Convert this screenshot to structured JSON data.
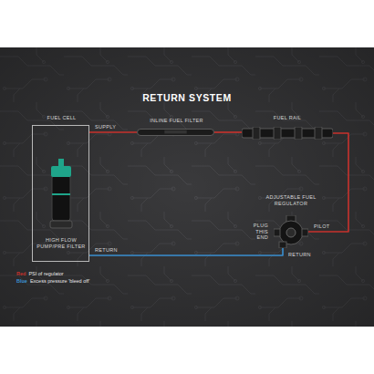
{
  "diagram": {
    "title": "RETURN SYSTEM",
    "nodes": [
      {
        "text": [
          "FUEL CELL"
        ]
      },
      {
        "text": [
          "HIGH FLOW PUMP/PRE FILTER"
        ],
        "in": 0
      },
      {
        "text": [
          "INLINE FUEL FILTER"
        ]
      },
      {
        "text": [
          "FUEL RAIL"
        ]
      },
      {
        "text": [
          "ADJUSTABLE FUEL REGULATOR"
        ]
      }
    ],
    "edges": [
      {
        "from": 0,
        "to": 2,
        "label": "SUPPLY",
        "arrow": "none"
      },
      {
        "from": 2,
        "to": 3,
        "arrow": "none"
      },
      {
        "from": 3,
        "to": 4,
        "arrow": "none"
      },
      {
        "from": 4,
        "to": 0,
        "label": "RETURN",
        "arrow": "none"
      }
    ],
    "labels": [
      "PLUG THIS END",
      "PILOT",
      "RETURN",
      "Red",
      "Blue"
    ],
    "legend": [
      {
        "text": "PSI of regulator",
        "color": "#c8322d"
      },
      {
        "text": "Excess pressure 'bleed off'",
        "color": "#3a8fd0"
      }
    ]
  }
}
